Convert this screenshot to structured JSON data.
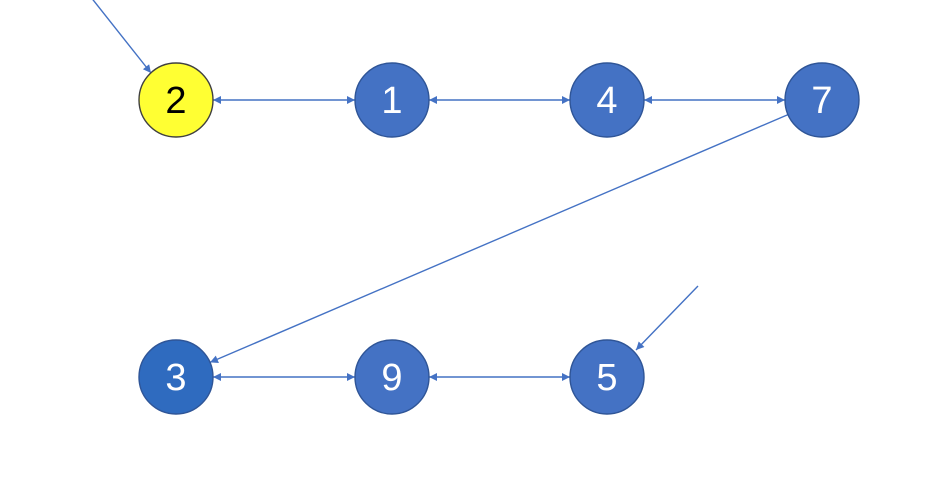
{
  "diagram": {
    "colors": {
      "node_fill": "#4472C4",
      "node_fill_alt": "#2F6BBF",
      "node_stroke": "#2F5597",
      "highlight_fill": "#FFFF33",
      "highlight_stroke": "#404040",
      "label_light": "#FFFFFF",
      "label_dark": "#000000",
      "edge": "#4472C4"
    },
    "nodes": [
      {
        "id": "n2",
        "label": "2",
        "highlight": true
      },
      {
        "id": "n1",
        "label": "1"
      },
      {
        "id": "n4",
        "label": "4"
      },
      {
        "id": "n7",
        "label": "7"
      },
      {
        "id": "n3",
        "label": "3",
        "alt": true
      },
      {
        "id": "n9",
        "label": "9"
      },
      {
        "id": "n5",
        "label": "5"
      }
    ],
    "edges": [
      {
        "from": "n2",
        "to": "n1",
        "bidirectional": true
      },
      {
        "from": "n1",
        "to": "n4",
        "bidirectional": true
      },
      {
        "from": "n4",
        "to": "n7",
        "bidirectional": true
      },
      {
        "from": "n7",
        "to": "n3",
        "bidirectional": false
      },
      {
        "from": "n3",
        "to": "n9",
        "bidirectional": true
      },
      {
        "from": "n9",
        "to": "n5",
        "bidirectional": true
      }
    ],
    "pointers": [
      {
        "name": "head-pointer",
        "target": "n2"
      },
      {
        "name": "insert-pointer",
        "target": "n5"
      }
    ]
  }
}
